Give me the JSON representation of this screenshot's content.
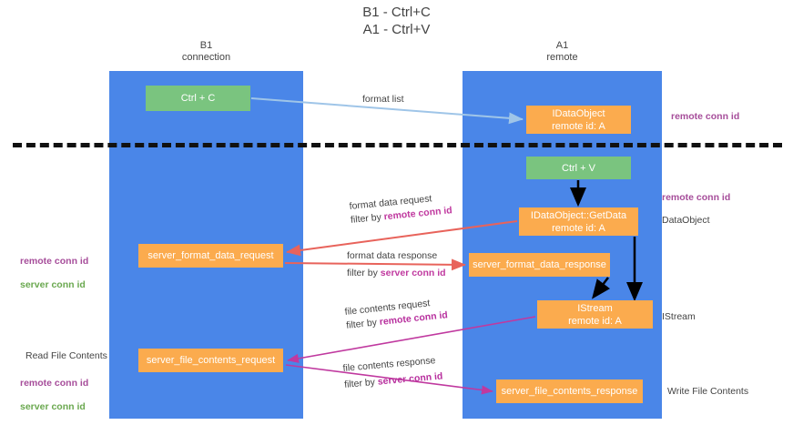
{
  "title": "B1 - Ctrl+C\nA1 - Ctrl+V",
  "columns": [
    {
      "id": "b1",
      "header": "B1\nconnection"
    },
    {
      "id": "a1",
      "header": "A1\nremote"
    }
  ],
  "nodes": {
    "ctrl_c": "Ctrl + C",
    "data_object": "IDataObject\nremote id: A",
    "ctrl_v": "Ctrl + V",
    "get_data": "IDataObject::GetData\nremote id: A",
    "server_format_data_request": "server_format_data_request",
    "server_format_data_response": "server_format_data_response",
    "istream": "IStream\nremote id: A",
    "server_file_contents_request": "server_file_contents_request",
    "server_file_contents_response": "server_file_contents_response"
  },
  "side_labels": {
    "remote_conn_id_top": "remote conn id",
    "remote_conn_id_mid": "remote conn id",
    "data_object": "DataObject",
    "istream": "IStream",
    "write_file_contents": "Write File Contents",
    "read_file_contents": "Read File Contents",
    "left_remote_conn_id": "remote conn id",
    "left_server_conn_id": "server conn id",
    "left_remote_conn_id_2": "remote conn id",
    "left_server_conn_id_2": "server conn id"
  },
  "edges": {
    "format_list": "format list",
    "format_data_request": "format data request",
    "format_data_request_filter_prefix": "filter by ",
    "format_data_request_filter_value": "remote conn id",
    "format_data_response": "format data response",
    "format_data_response_filter_prefix": "filter by ",
    "format_data_response_filter_value": "server conn id",
    "file_contents_request": "file contents request",
    "file_contents_request_filter_prefix": "filter by ",
    "file_contents_request_filter_value": "remote conn id",
    "file_contents_response": "file contents response",
    "file_contents_response_filter_prefix": "filter by ",
    "file_contents_response_filter_value": "server conn id"
  },
  "colors": {
    "column": "#4a86e8",
    "green_node": "#7ac47f",
    "orange_node": "#fbab4e",
    "purple_label": "#a64d9a",
    "green_label": "#6aa84f",
    "red_arrow": "#e8635b",
    "magenta_arrow": "#c0399f",
    "blue_arrow": "#9fc5e8",
    "black_arrow": "#000000",
    "divider": "#111111"
  }
}
